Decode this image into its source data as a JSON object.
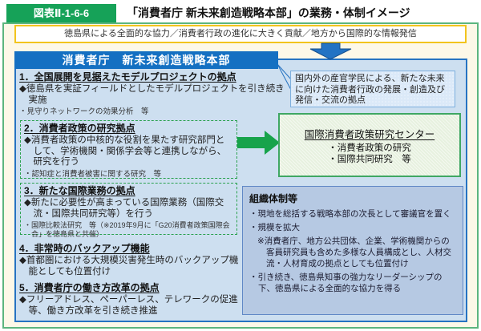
{
  "figure": {
    "label": "図表Ⅱ-1-6-6",
    "title": "「消費者庁 新未来創造戦略本部」の業務・体制イメージ"
  },
  "banner": {
    "text": "徳島県による全面的な協力／消費者行政の進化に大きく貢献／地方から国際的な情報発信"
  },
  "headquarters": {
    "header": "消費者庁　新未来創造戦略本部",
    "items": [
      {
        "heading": "1．全国展開を見据えたモデルプロジェクトの拠点",
        "body": "◆徳島県を実証フィールドとしたモデルプロジェクトを引き続き実施",
        "note": "・見守りネットワークの効果分析　等"
      },
      {
        "heading": "2．消費者政策の研究拠点",
        "body": "◆消費者政策の中核的な役割を果たす研究部門として、学術機関・関係学会等と連携しながら、研究を行う",
        "note": "・認知症と消費者被害に関する研究　等"
      },
      {
        "heading": "3．新たな国際業務の拠点",
        "body": "◆新たに必要性が高まっている国際業務（国際交流・国際共同研究等）を行う",
        "note": "・国際比較法研究　等（※2019年9月に「G20消費者政策国際会合」を徳島県と共催）"
      },
      {
        "heading": "4．非常時のバックアップ機能",
        "body": "◆首都圏における大規模災害発生時のバックアップ機能としても位置付け",
        "note": ""
      },
      {
        "heading": "5．消費者庁の働き方改革の拠点",
        "body": "◆フリーアドレス、ペーパーレス、テレワークの促進等、働き方改革を引き続き推進",
        "note": ""
      }
    ]
  },
  "purpose_callout": {
    "text": "国内外の産官学民による、新たな未来に向けた消費者行政の発展・創造及び発信・交流の拠点"
  },
  "research_center": {
    "title": "国際消費者政策研究センター",
    "bullets": [
      "・消費者政策の研究",
      "・国際共同研究　等"
    ]
  },
  "organization": {
    "header": "組織体制等",
    "bullets": [
      "・現地を総括する戦略本部の次長として審議官を置く",
      "・規模を拡大",
      "※消費者庁、地方公共団体、企業、学術機関からの客員研究員も含めた多様な人員構成とし、人材交流・人材育成の拠点としても位置付け",
      "・引き続き、徳島県知事の強力なリーダーシップの下、徳島県による全面的な協力を得る"
    ]
  },
  "colors": {
    "green_accent": "#16a258",
    "frame_green": "#5cb57e",
    "dashed_green": "#2aa14e",
    "arrow_green": "#17a34b",
    "banner_gold": "#f2c41d",
    "header_blue": "#1470c2",
    "box_border_blue": "#2673c2",
    "box_fill_blue": "#cddff0",
    "org_fill": "#b6c9e3",
    "cream_bg": "#fdf8e8"
  }
}
